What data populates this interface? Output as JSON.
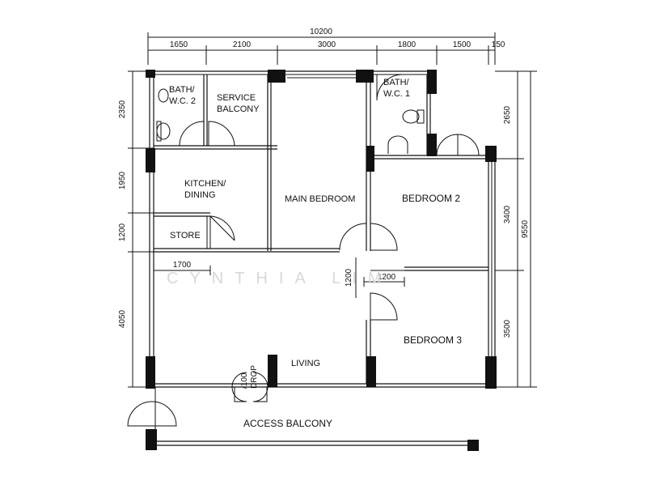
{
  "rooms": {
    "bath2": [
      "BATH/",
      "W.C. 2"
    ],
    "service_balcony": [
      "SERVICE",
      "BALCONY"
    ],
    "bath1": [
      "BATH/",
      "W.C. 1"
    ],
    "kitchen": [
      "KITCHEN/",
      "DINING"
    ],
    "main_bedroom": "MAIN BEDROOM",
    "bedroom2": "BEDROOM 2",
    "store": "STORE",
    "living": "LIVING",
    "bedroom3": "BEDROOM 3",
    "access_balcony": "ACCESS BALCONY",
    "drop": [
      "/100",
      "DROP"
    ]
  },
  "dimensions": {
    "overall_width": "10200",
    "top": [
      "1650",
      "2100",
      "3000",
      "1800",
      "1500",
      "150"
    ],
    "left": [
      "2350",
      "1950",
      "1200",
      "4050"
    ],
    "right_inner": [
      "2650",
      "3400",
      "3500"
    ],
    "right_overall": "9550",
    "internal": [
      "1700",
      "1200",
      "1200"
    ]
  },
  "watermark": "CYNTHIA LIM"
}
